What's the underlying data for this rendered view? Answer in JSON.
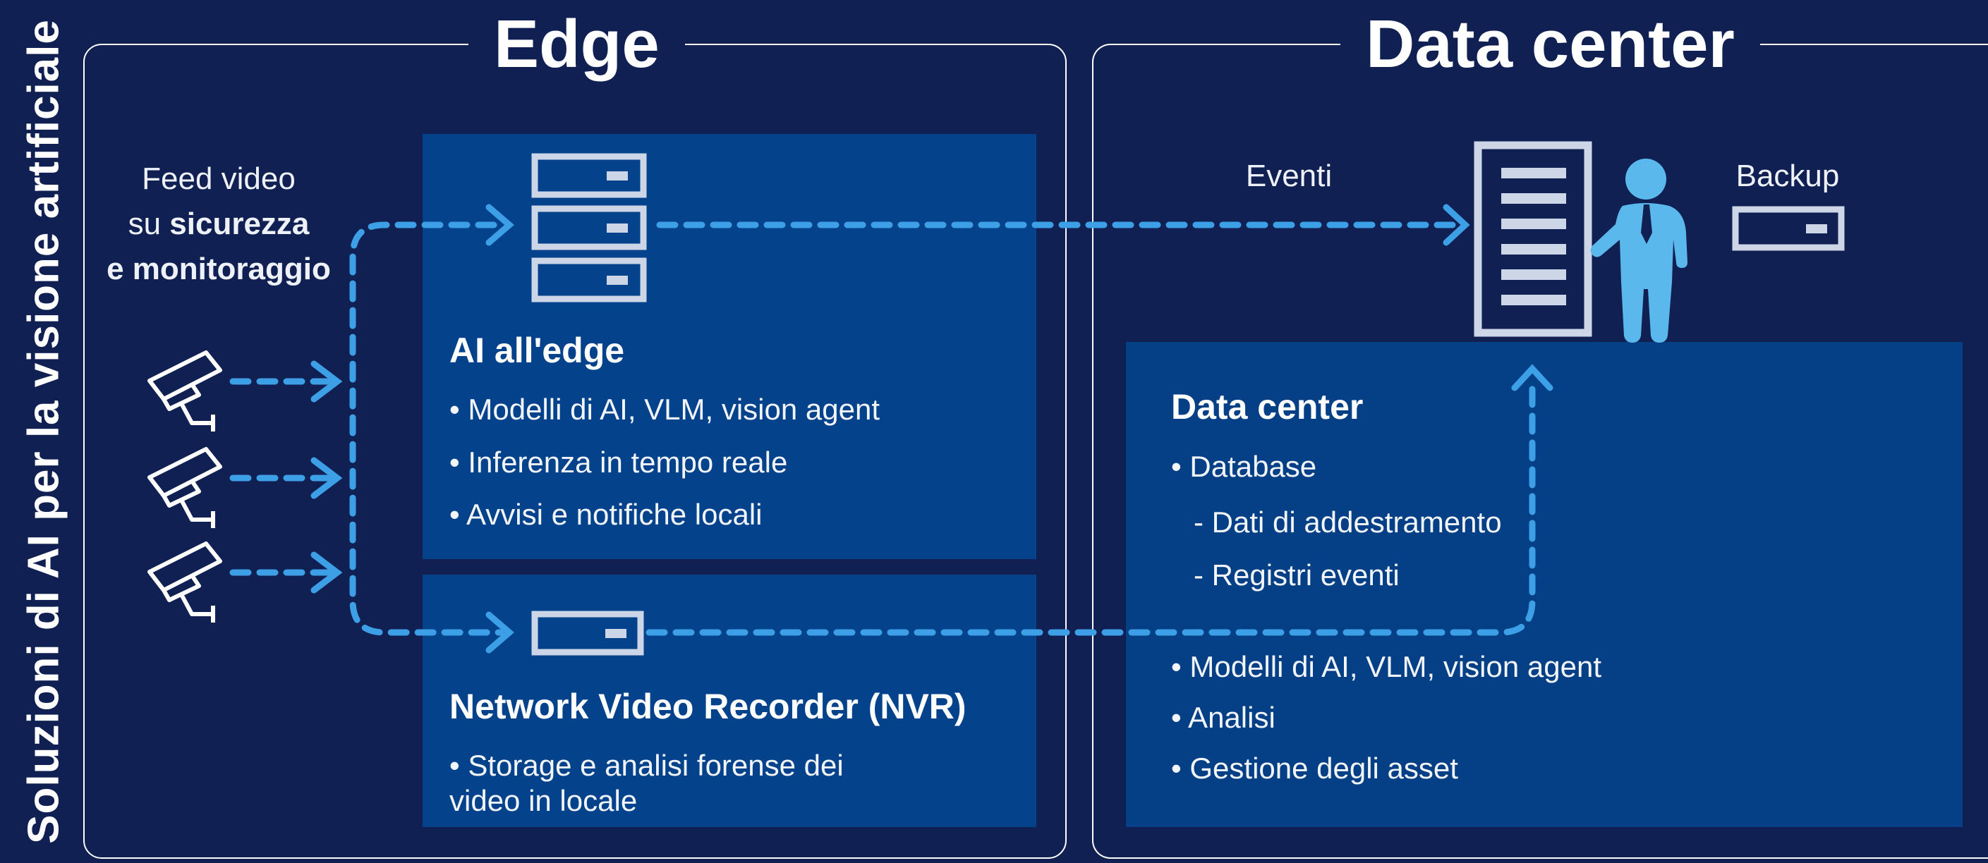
{
  "vertical_title": "Soluzioni di AI per la visione artificiale",
  "edge": {
    "title": "Edge",
    "feed_label": {
      "line1": "Feed video",
      "line2_prefix": "su ",
      "line2_bold": "sicurezza",
      "line3_bold": "e monitoraggio"
    },
    "ai_edge": {
      "title": "AI all'edge",
      "items": [
        "• Modelli di AI, VLM, vision agent",
        "• Inferenza in tempo reale",
        "• Avvisi e notifiche locali"
      ]
    },
    "nvr": {
      "title": "Network Video Recorder (NVR)",
      "items": [
        "• Storage e analisi forense dei",
        "video in locale"
      ]
    }
  },
  "datacenter": {
    "title": "Data center",
    "events_label": "Eventi",
    "backup_label": "Backup",
    "panel": {
      "title": "Data center",
      "items": [
        "• Database",
        "- Dati di addestramento",
        "- Registri eventi",
        "• Modelli di AI, VLM, vision agent",
        "• Analisi",
        "• Gestione degli asset"
      ]
    }
  },
  "colors": {
    "background": "#112052",
    "panel": "#04428c",
    "arrow": "#3d9fe6",
    "device": "#cdd6e6",
    "person": "#5bb8ec"
  },
  "icons": [
    "security-camera-icon",
    "server-stack-icon",
    "nvr-device-icon",
    "server-rack-icon",
    "person-icon",
    "backup-device-icon"
  ]
}
